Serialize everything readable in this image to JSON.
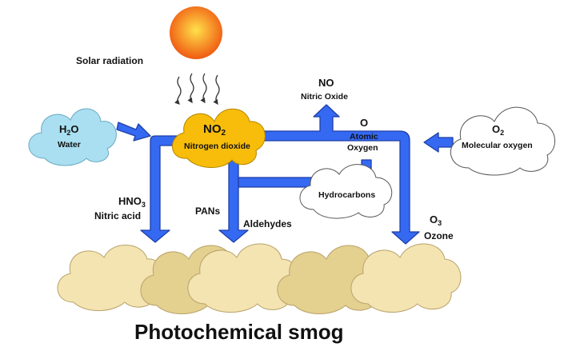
{
  "colors": {
    "sun_inner": "#ffe14a",
    "sun_outer": "#f05a12",
    "water_cloud": "#a9dff0",
    "no2_cloud": "#f7bd0a",
    "white_cloud": "#ffffff",
    "smog_light": "#f3e4b1",
    "smog_dark": "#e4d08f",
    "arrow_blue": "#3569f2",
    "arrow_edge": "#1e3fa8"
  },
  "icons": {
    "sun": "sun-icon",
    "radiation": "wavy-radiation-arrows-icon"
  },
  "labels": {
    "solar_radiation": "Solar radiation",
    "water": {
      "base": "H",
      "sub": "2",
      "tail": "O",
      "name": "Water"
    },
    "no2": {
      "base": "NO",
      "sub": "2",
      "name": "Nitrogen dioxide"
    },
    "no": {
      "formula": "NO",
      "name": "Nitric Oxide"
    },
    "atomic_oxygen": {
      "formula": "O",
      "line1": "Atomic",
      "line2": "Oxygen"
    },
    "molecular_oxygen": {
      "base": "O",
      "sub": "2",
      "name": "Molecular oxygen"
    },
    "hydrocarbons": "Hydrocarbons",
    "hno3": {
      "base": "HNO",
      "sub": "3",
      "name": "Nitric acid"
    },
    "pans": "PANs",
    "aldehydes": "Aldehydes",
    "ozone": {
      "base": "O",
      "sub": "3",
      "name": "Ozone"
    },
    "smog_title": "Photochemical smog"
  }
}
